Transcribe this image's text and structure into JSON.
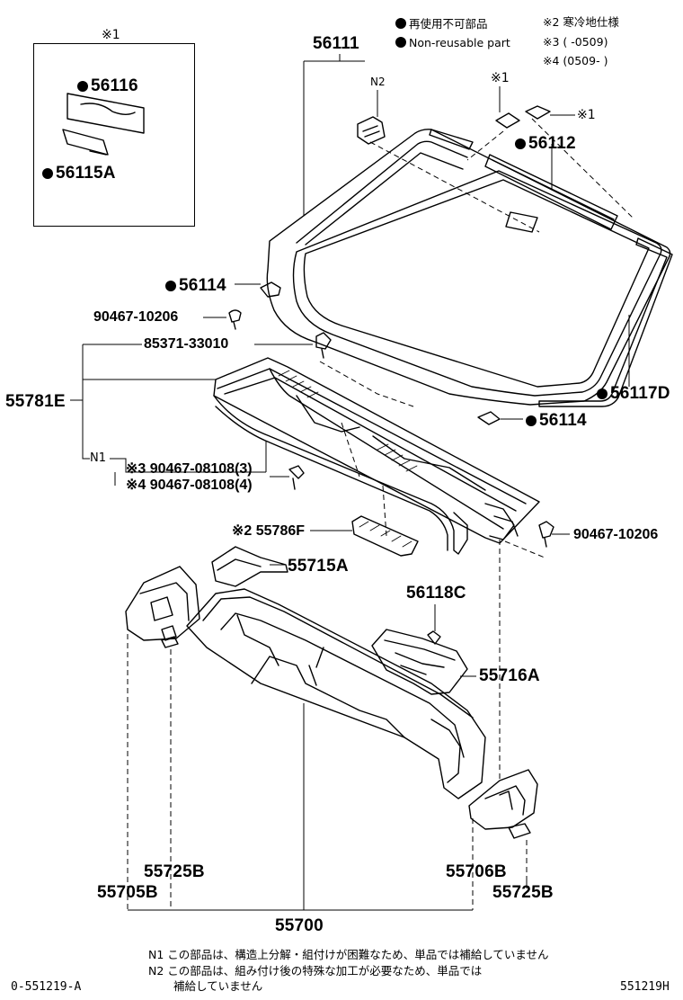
{
  "legend": {
    "jp_non_reusable": "再使用不可部品",
    "en_non_reusable": "Non-reusable part",
    "mark2": "※2  寒冷地仕様",
    "mark3": "※3  (     -0509)",
    "mark4": "※4  (0509-      )"
  },
  "inset": {
    "title": "※1",
    "part_a": "56116",
    "part_b": "56115A"
  },
  "parts": {
    "p56111": "56111",
    "n2": "N2",
    "star1_top": "※1",
    "star1_right": "※1",
    "p56112": "56112",
    "p56114_left": "56114",
    "p90467_10206_left": "90467-10206",
    "p85371": "85371-33010",
    "p55781E": "55781E",
    "n1": "N1",
    "p90467_08108_3": "※3 90467-08108(3)",
    "p90467_08108_4": "※4 90467-08108(4)",
    "p56117D": "56117D",
    "p56114_right": "56114",
    "p55786F": "※2 55786F",
    "p90467_10206_right": "90467-10206",
    "p55715A": "55715A",
    "p56118C": "56118C",
    "p55716A": "55716A",
    "p55725B_left": "55725B",
    "p55705B": "55705B",
    "p55706B": "55706B",
    "p55725B_right": "55725B",
    "p55700": "55700"
  },
  "footer": {
    "n1_note": "N1 この部品は、構造上分解・組付けが困難なため、単品では補給していません",
    "n2_note_a": "N2  この部品は、組み付け後の特殊な加工が必要なため、単品では",
    "n2_note_b": "補給していません",
    "code_left": "0-551219-A",
    "code_right": "551219H"
  }
}
